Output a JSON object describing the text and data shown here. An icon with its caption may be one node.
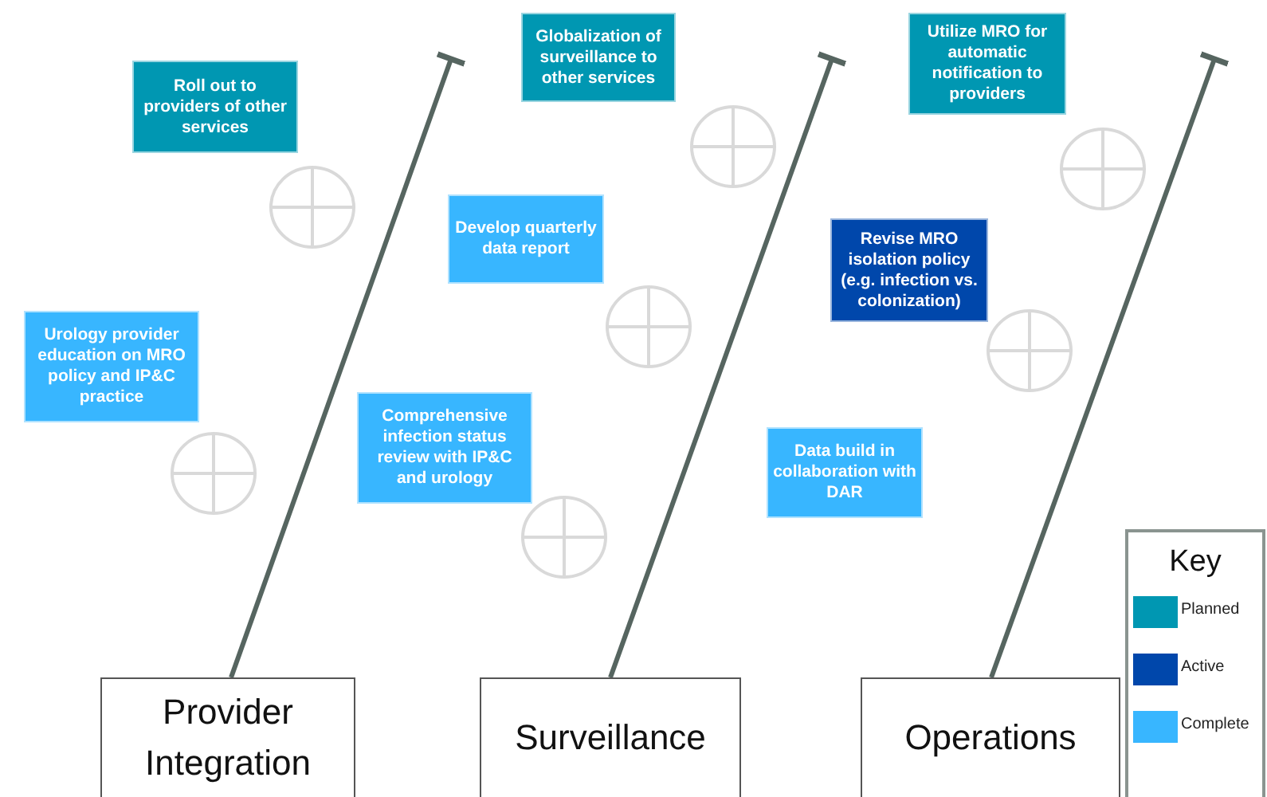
{
  "diagram": {
    "nodes": [
      {
        "text": [
          "Roll out to providers of other services"
        ]
      },
      {
        "text": [
          "Globalization of surveillance to other services"
        ]
      },
      {
        "text": [
          "Utilize MRO for automatic notification to providers"
        ]
      },
      {
        "text": [
          "Develop quarterly data report"
        ]
      },
      {
        "text": [
          "Revise MRO isolation policy (e.g. infection vs. colonization)"
        ]
      },
      {
        "text": [
          "Urology provider education on MRO policy and IP&C practice"
        ]
      },
      {
        "text": [
          "Comprehensive infection status review with IP&C and urology"
        ]
      },
      {
        "text": [
          "Data build in collaboration with DAR"
        ]
      },
      {
        "text": [
          "Provider Integration"
        ]
      },
      {
        "text": [
          "Surveillance"
        ]
      },
      {
        "text": [
          "Operations"
        ]
      }
    ],
    "edges": [
      {
        "from": 8,
        "to": null,
        "arrow": "other"
      },
      {
        "from": 9,
        "to": null,
        "arrow": "other"
      },
      {
        "from": 10,
        "to": null,
        "arrow": "other"
      }
    ],
    "labels": [
      "Key"
    ],
    "legend": [
      {
        "text": "Planned",
        "color": "#0097b2"
      },
      {
        "text": "Active",
        "color": "#0047ab"
      },
      {
        "text": "Complete",
        "color": "#38b6ff"
      }
    ]
  }
}
